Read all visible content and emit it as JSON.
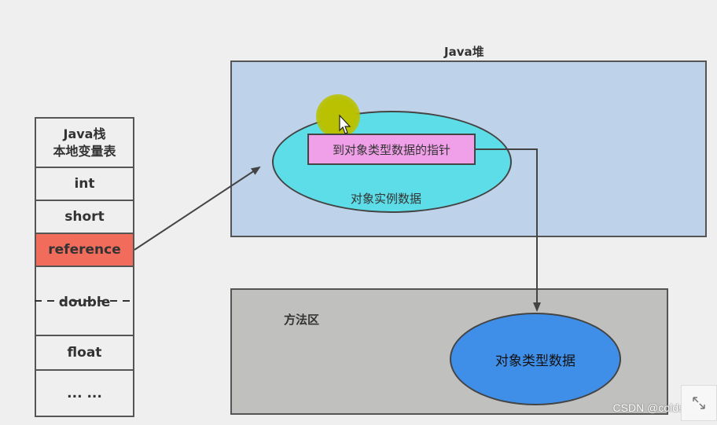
{
  "stack": {
    "title": "Java栈",
    "subtitle": "本地变量表",
    "slots": [
      "int",
      "short",
      "reference",
      "double",
      "float",
      "... ..."
    ]
  },
  "heap": {
    "title": "Java堆",
    "pointer_label": "到对象类型数据的指针",
    "instance_label": "对象实例数据"
  },
  "method_area": {
    "title": "方法区",
    "type_data_label": "对象类型数据"
  },
  "watermark": "CSDN @coldstarry",
  "colors": {
    "reference_slot": "#f26c5c",
    "heap_bg": "#bed3ea",
    "method_bg": "#c0c1be",
    "instance_ellipse": "#5ddde8",
    "pointer_box": "#f0a0e8",
    "type_ellipse": "#3f8fe8"
  },
  "icons": {
    "corner": "expand-icon",
    "cursor": "mouse-cursor-icon"
  }
}
